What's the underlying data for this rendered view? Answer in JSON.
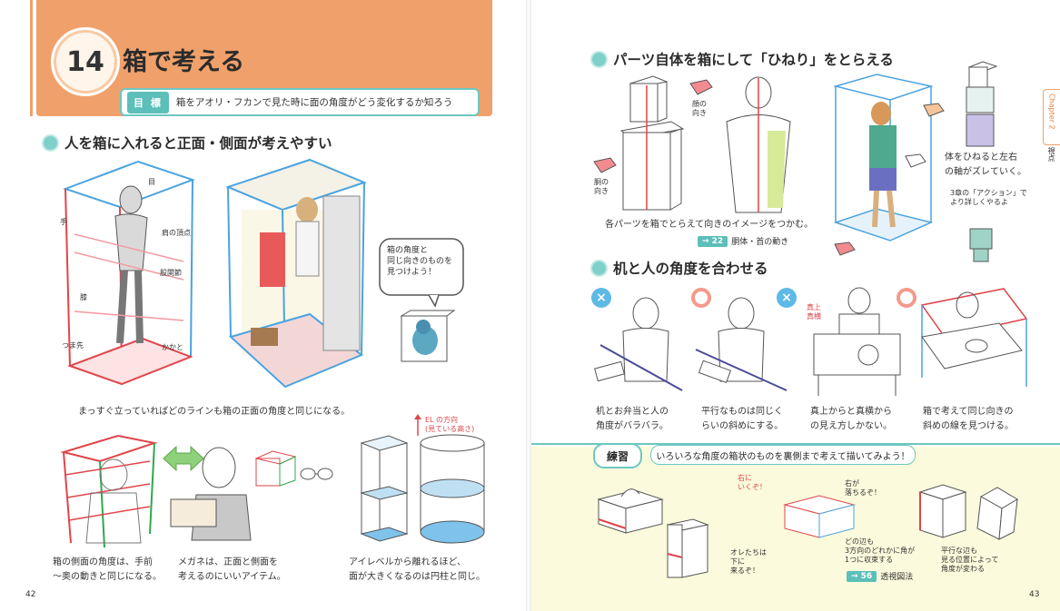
{
  "left_page": {
    "chapter_number": "14",
    "title": "箱で考える",
    "goal_tag": "目 標",
    "goal_text": "箱をアオリ・フカンで見た時に面の角度がどう変化するか知ろう",
    "section1_title": "人を箱に入れると正面・側面が考えやすい",
    "figure1_labels": [
      "目",
      "手",
      "肩の頂点",
      "股関節",
      "膝",
      "つま先",
      "かかと"
    ],
    "speech_bubble": "箱の角度と\n同じ向きのものを\n見つけよう！",
    "caption1": "まっすぐ立っていればどのラインも箱の正面の角度と同じになる。",
    "caption2": "箱の側面の角度は、手前\n〜奥の動きと同じになる。",
    "caption3": "メガネは、正面と側面を\n考えるのにいいアイテム。",
    "caption4": "アイレベルから離れるほど、\n面が大きくなるのは円柱と同じ。",
    "eye_level_note": "EL の方向\n(見ている高さ)",
    "page_number": "42"
  },
  "right_page": {
    "section2_title": "パーツ自体を箱にして「ひねり」をとらえる",
    "labels_head": "顔の\n向き",
    "labels_chest": "胴の\n向き",
    "caption5": "各パーツを箱でとらえて向きのイメージをつかむ。",
    "ref1_num": "→ 22",
    "ref1_text": "胴体・首の動き",
    "caption6": "体をひねると左右\nの軸がズレていく。",
    "note_action": "3章の「アクション」で\nより詳しくやるよ",
    "section3_title": "机と人の角度を合わせる",
    "marks": [
      "×",
      "○",
      "×",
      "○"
    ],
    "label_topside": "真上\n真横",
    "caption7": "机とお弁当と人の\n角度がバラバラ。",
    "caption8": "平行なものは同じく\nらいの斜めにする。",
    "caption9": "真上からと真横から\nの見え方しかない。",
    "caption10": "箱で考えて同じ向きの\n斜めの線を見つける。",
    "practice_tag": "練習",
    "practice_text": "いろいろな角度の箱状のものを裏側まで考えて描いてみよう！",
    "hand_notes": [
      "右に\nいくぞ！",
      "右が\n落ちるぞ！",
      "オレたちは\n下に\n来るぞ！",
      "どの辺も\n3方向のどれかに角が\n1つに収束する",
      "平行な辺も\n見る位置によって\n角度が変わる"
    ],
    "ref2_num": "→ 56",
    "ref2_text": "透視図法",
    "chapter_tab": "Chapter 2",
    "chapter_sub": "視点",
    "page_number": "43"
  },
  "colors": {
    "header": "#f0a06a",
    "teal": "#5cbfb9",
    "practice_bg": "#fbfadc",
    "box_red": "#e0454b",
    "box_blue": "#4aa3e0"
  }
}
